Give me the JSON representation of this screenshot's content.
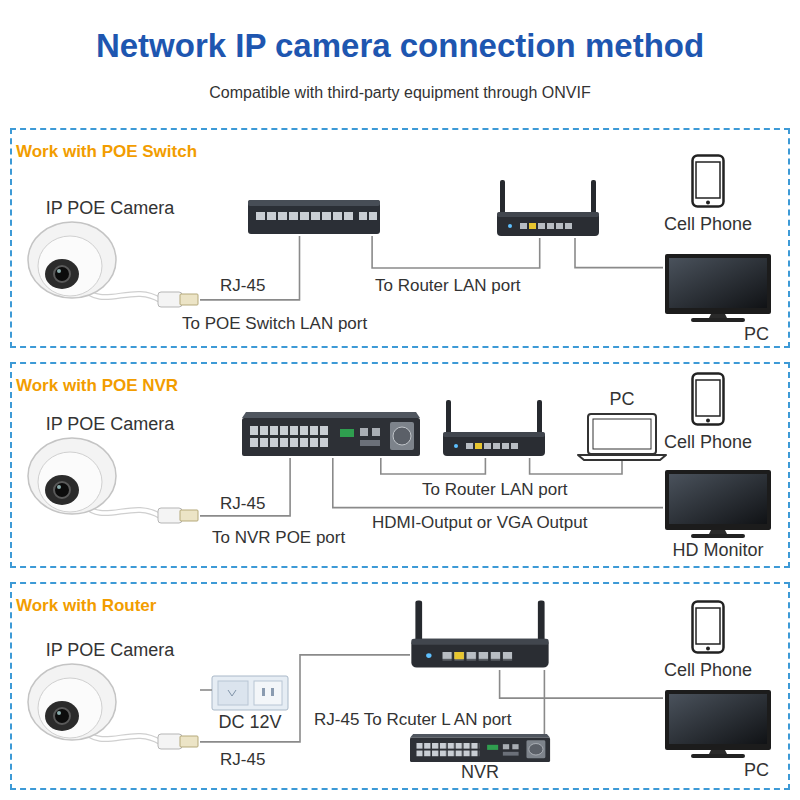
{
  "diagram": {
    "title": "Network IP camera connection method",
    "nodes": [
      {
        "text": [
          "Work with POE Switch"
        ]
      },
      {
        "text": [
          "IP POE Camera"
        ],
        "in": 0
      },
      {
        "text": [],
        "in": 0
      },
      {
        "text": [],
        "in": 0
      },
      {
        "text": [
          "Cell Phone"
        ],
        "in": 0
      },
      {
        "text": [
          "PC"
        ],
        "in": 0
      },
      {
        "text": [
          "Work with POE NVR"
        ]
      },
      {
        "text": [
          "IP POE Camera"
        ],
        "in": 6
      },
      {
        "text": [],
        "in": 6
      },
      {
        "text": [],
        "in": 6
      },
      {
        "text": [
          "PC"
        ],
        "in": 6
      },
      {
        "text": [
          "Cell Phone"
        ],
        "in": 6
      },
      {
        "text": [
          "HD Monitor"
        ],
        "in": 6
      },
      {
        "text": [
          "Work with Router"
        ]
      },
      {
        "text": [
          "IP POE Camera"
        ],
        "in": 13
      },
      {
        "text": [
          "DC 12V"
        ],
        "in": 13
      },
      {
        "text": [],
        "in": 13
      },
      {
        "text": [
          "NVR"
        ],
        "in": 13
      },
      {
        "text": [
          "Cell Phone"
        ],
        "in": 13
      },
      {
        "text": [
          "PC"
        ],
        "in": 13
      }
    ],
    "edges": [
      {
        "from": 1,
        "to": 2,
        "label": "RJ-45",
        "arrow": "none"
      },
      {
        "from": 2,
        "to": 3,
        "label": "To Router LAN port",
        "arrow": "none"
      },
      {
        "from": 3,
        "to": 5,
        "arrow": "none"
      },
      {
        "from": 7,
        "to": 8,
        "label": "RJ-45",
        "arrow": "none"
      },
      {
        "from": 8,
        "to": 9,
        "label": "To Router LAN port",
        "arrow": "none"
      },
      {
        "from": 8,
        "to": 12,
        "label": "HDMI-Output or VGA Output",
        "arrow": "none"
      },
      {
        "from": 9,
        "to": 10,
        "arrow": "none"
      },
      {
        "from": 15,
        "to": 14,
        "arrow": "none"
      },
      {
        "from": 14,
        "to": 16,
        "label": "RJ-45",
        "arrow": "none"
      },
      {
        "from": 17,
        "to": 16,
        "arrow": "none"
      },
      {
        "from": 16,
        "to": 19,
        "arrow": "none"
      }
    ],
    "labels": [
      "Compatible with third-party equipment through ONVIF",
      "To POE Switch LAN port",
      "To NVR POE port",
      "RJ-45 To Rcuter L AN port"
    ]
  }
}
